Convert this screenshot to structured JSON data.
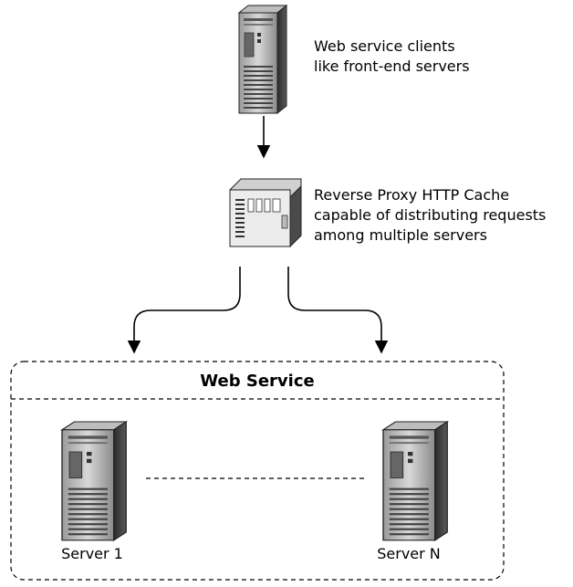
{
  "clients": {
    "icon": "tower-server-icon",
    "label_line1": "Web service clients",
    "label_line2": "like front-end servers"
  },
  "proxy": {
    "icon": "proxy-appliance-icon",
    "label_line1": "Reverse Proxy HTTP Cache",
    "label_line2": "capable of distributing requests",
    "label_line3": "among multiple servers"
  },
  "web_service": {
    "title": "Web Service",
    "servers": [
      {
        "icon": "tower-server-icon",
        "label": "Server 1"
      },
      {
        "icon": "tower-server-icon",
        "label": "Server N"
      }
    ]
  },
  "colors": {
    "line": "#000000",
    "server_dark": "#2a2a2a",
    "server_mid": "#8c8c8c",
    "server_light": "#d9d9d9"
  }
}
